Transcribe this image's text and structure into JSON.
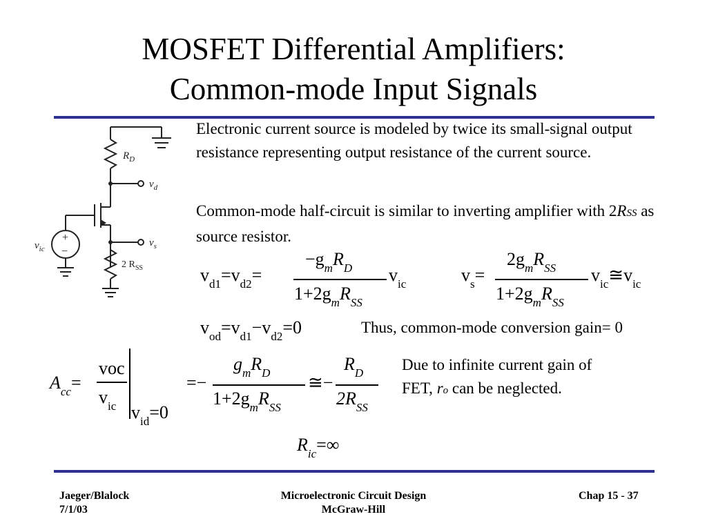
{
  "slide": {
    "title_line1": "MOSFET Differential Amplifiers:",
    "title_line2": "Common-mode Input Signals",
    "accent_color": "#2e3192"
  },
  "text": {
    "para1": "Electronic current source is modeled  by twice its small-signal output resistance representing output resistance of the current source.",
    "para2_prefix": "Common-mode half-circuit is similar to inverting amplifier with 2",
    "para2_rss": "R",
    "para2_rss_sub": "SS",
    "para2_suffix": " as source resistor.",
    "thus_line": "Thus, common-mode conversion gain= 0",
    "due_line1": "Due to infinite current gain of",
    "due_line2_prefix": "FET, ",
    "due_line2_r": "r",
    "due_line2_sub": "o",
    "due_line2_suffix": " can be neglected."
  },
  "circuit": {
    "label_rd": "R",
    "label_rd_sub": "D",
    "label_vd": "v",
    "label_vd_sub": "d",
    "label_vs": "v",
    "label_vs_sub": "s",
    "label_vic": "v",
    "label_vic_sub": "ic",
    "label_2rss": "2 R",
    "label_2rss_sub": "SS",
    "src_plus": "+",
    "src_minus": "−"
  },
  "equations": {
    "vd_lhs": "v",
    "vd1_sub": "d1",
    "vd_eq1": "=",
    "vd_v2": "v",
    "vd2_sub": "d2",
    "vd_eq2": "=",
    "vd_num": "−g",
    "vd_num_m": "m",
    "vd_num_R": "R",
    "vd_num_D": "D",
    "vd_den_prefix": "1+2g",
    "vd_den_m": "m",
    "vd_den_R": "R",
    "vd_den_SS": "SS",
    "vd_rhs": "v",
    "vd_rhs_sub": "ic",
    "vs_lhs": "v",
    "vs_sub": "s",
    "vs_eq": "=",
    "vs_num": "2g",
    "vs_num_m": "m",
    "vs_num_R": "R",
    "vs_num_SS": "SS",
    "vs_den_prefix": "1+2g",
    "vs_den_m": "m",
    "vs_den_R": "R",
    "vs_den_SS": "SS",
    "vs_rhs1": "v",
    "vs_rhs1_sub": "ic",
    "vs_approx": "≅",
    "vs_rhs2": "v",
    "vs_rhs2_sub": "ic",
    "vod_v": "v",
    "vod_sub": "od",
    "vod_eq": "=",
    "vod_v1": "v",
    "vod_v1_sub": "d1",
    "vod_minus": "−",
    "vod_v2": "v",
    "vod_v2_sub": "d2",
    "vod_eq2": "=",
    "vod_zero": "0",
    "acc_A": "A",
    "acc_sub": "cc",
    "acc_eq": "=",
    "acc_num": "v",
    "acc_num_sub": "oc",
    "acc_den": "v",
    "acc_den_sub": "ic",
    "acc_cond_v": "v",
    "acc_cond_sub": "id",
    "acc_cond_eq": "=",
    "acc_cond_zero": "0",
    "acc_eq2": "=−",
    "acc_f2_num_g": "g",
    "acc_f2_num_m": "m",
    "acc_f2_num_R": "R",
    "acc_f2_num_D": "D",
    "acc_f2_den": "1+2g",
    "acc_f2_den_m": "m",
    "acc_f2_den_R": "R",
    "acc_f2_den_SS": "SS",
    "acc_approx": "≅−",
    "acc_f3_num_R": "R",
    "acc_f3_num_D": "D",
    "acc_f3_den": "2R",
    "acc_f3_den_SS": "SS",
    "ric_R": "R",
    "ric_sub": "ic",
    "ric_eq": "=∞"
  },
  "footer": {
    "left_line1": "Jaeger/Blalock",
    "left_line2": "7/1/03",
    "center_line1": "Microelectronic Circuit Design",
    "center_line2": "McGraw-Hill",
    "right": "Chap 15 - 37"
  }
}
